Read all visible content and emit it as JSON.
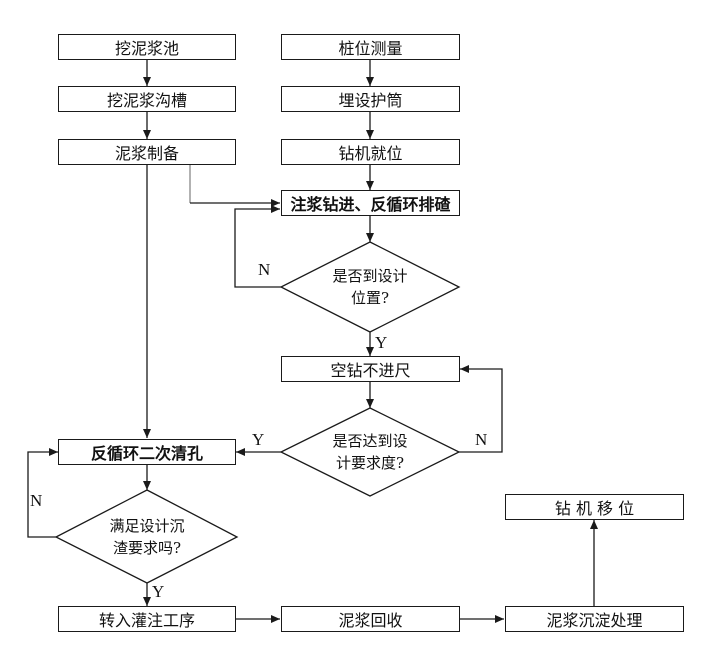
{
  "nodes": {
    "dig_pit": "挖泥浆池",
    "dig_trench": "挖泥浆沟槽",
    "slurry_prep": "泥浆制备",
    "pile_survey": "桩位测量",
    "bury_casing": "埋设护筒",
    "rig_position": "钻机就位",
    "grout_drill": "注浆钻进、反循环排碴",
    "check_design_pos_l1": "是否到设计",
    "check_design_pos_l2": "位置?",
    "idle_drill": "空钻不进尺",
    "check_depth_l1": "是否达到设",
    "check_depth_l2": "计要求度?",
    "second_clean": "反循环二次清孔",
    "check_sediment_l1": "满足设计沉",
    "check_sediment_l2": "渣要求吗?",
    "to_pour": "转入灌注工序",
    "slurry_recycle": "泥浆回收",
    "slurry_settle": "泥浆沉淀处理",
    "rig_move": "钻 机 移 位"
  },
  "labels": {
    "n1": "N",
    "y1": "Y",
    "n2": "N",
    "y2": "Y",
    "n3": "N",
    "y3": "Y"
  }
}
